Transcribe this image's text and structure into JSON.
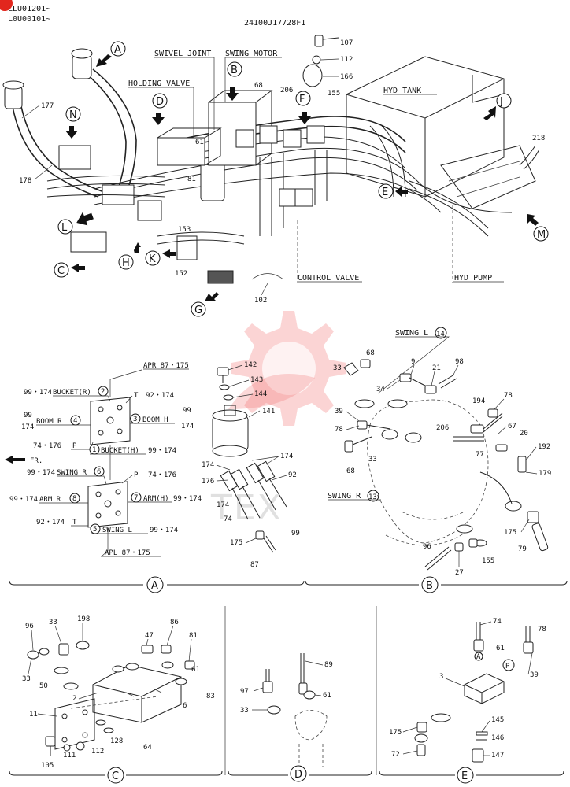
{
  "header": {
    "serial_1": "LLU01201~",
    "serial_2": "L0U00101~",
    "drawing_code": "24100J17728F1"
  },
  "watermark": {
    "text": "TEX"
  },
  "section_labels": {
    "swivel_joint": "SWIVEL JOINT",
    "swing_motor": "SWING MOTOR",
    "holding_valve": "HOLDING VALVE",
    "hyd_tank": "HYD TANK",
    "control_valve": "CONTROL VALVE",
    "hyd_pump": "HYD PUMP",
    "swing_l": "SWING L",
    "swing_l_num": "14",
    "swing_r": "SWING R",
    "swing_r_num": "13"
  },
  "view_letters": {
    "A": "A",
    "B": "B",
    "C": "C",
    "D": "D",
    "E": "E",
    "F": "F",
    "G": "G",
    "H": "H",
    "J": "J",
    "K": "K",
    "L": "L",
    "M": "M",
    "N": "N"
  },
  "panel_a": {
    "apr": "APR  87・175",
    "apl": "APL   87・175",
    "bucket_r": "BUCKET(R)",
    "bucket_r_num": "2",
    "bucket_r_ref": "99・174",
    "t_top": "T",
    "t_top_ref": "92・174",
    "boom_r": "BOOM R",
    "boom_r_num": "4",
    "boom_r_ref_1": "99",
    "boom_r_ref_2": "174",
    "boom_h": "BOOM H",
    "boom_h_num": "3",
    "boom_h_ref_1": "99",
    "boom_h_ref_2": "174",
    "p_left": "P",
    "p_left_ref": "74・176",
    "bucket_h": "BUCKET(H)",
    "bucket_h_num": "1",
    "bucket_h_ref": "99・174",
    "fr": "FR.",
    "swing_r": "SWING R",
    "swing_r_num": "6",
    "swing_r_ref": "99・174",
    "p_right": "P",
    "p_right_ref": "74・176",
    "arm_r": "ARM R",
    "arm_r_num": "8",
    "arm_r_ref": "99・174",
    "arm_h": "ARM(H)",
    "arm_h_num": "7",
    "arm_h_ref": "99・174",
    "t_bottom": "T",
    "t_bottom_ref": "92・174",
    "swing_l": "SWING L",
    "swing_l_num": "5",
    "swing_l_ref": "99・174"
  },
  "part_numbers": {
    "top": [
      "107",
      "112",
      "166",
      "68",
      "206",
      "155",
      "177",
      "178",
      "61",
      "81",
      "153",
      "152",
      "102",
      "218"
    ],
    "mid_a": [
      "142",
      "143",
      "144",
      "141",
      "174",
      "174",
      "176",
      "174",
      "74",
      "92",
      "99",
      "175",
      "87"
    ],
    "mid_b": [
      "33",
      "68",
      "9",
      "21",
      "98",
      "34",
      "194",
      "78",
      "39",
      "78",
      "206",
      "67",
      "20",
      "192",
      "33",
      "77",
      "179",
      "68",
      "175",
      "79",
      "96",
      "27",
      "155"
    ],
    "panel_c": [
      "96",
      "33",
      "198",
      "47",
      "86",
      "81",
      "61",
      "33",
      "50",
      "83",
      "6",
      "2",
      "11",
      "128",
      "112",
      "64",
      "105",
      "111"
    ],
    "panel_d": [
      "89",
      "97",
      "61",
      "33"
    ],
    "panel_e": [
      "74",
      "78",
      "61",
      "39",
      "3",
      "145",
      "146",
      "175",
      "72",
      "147"
    ],
    "e_circles": [
      "A",
      "P"
    ]
  },
  "footer": {
    "left": "A",
    "right": "B",
    "c": "C",
    "d": "D",
    "e": "E"
  }
}
